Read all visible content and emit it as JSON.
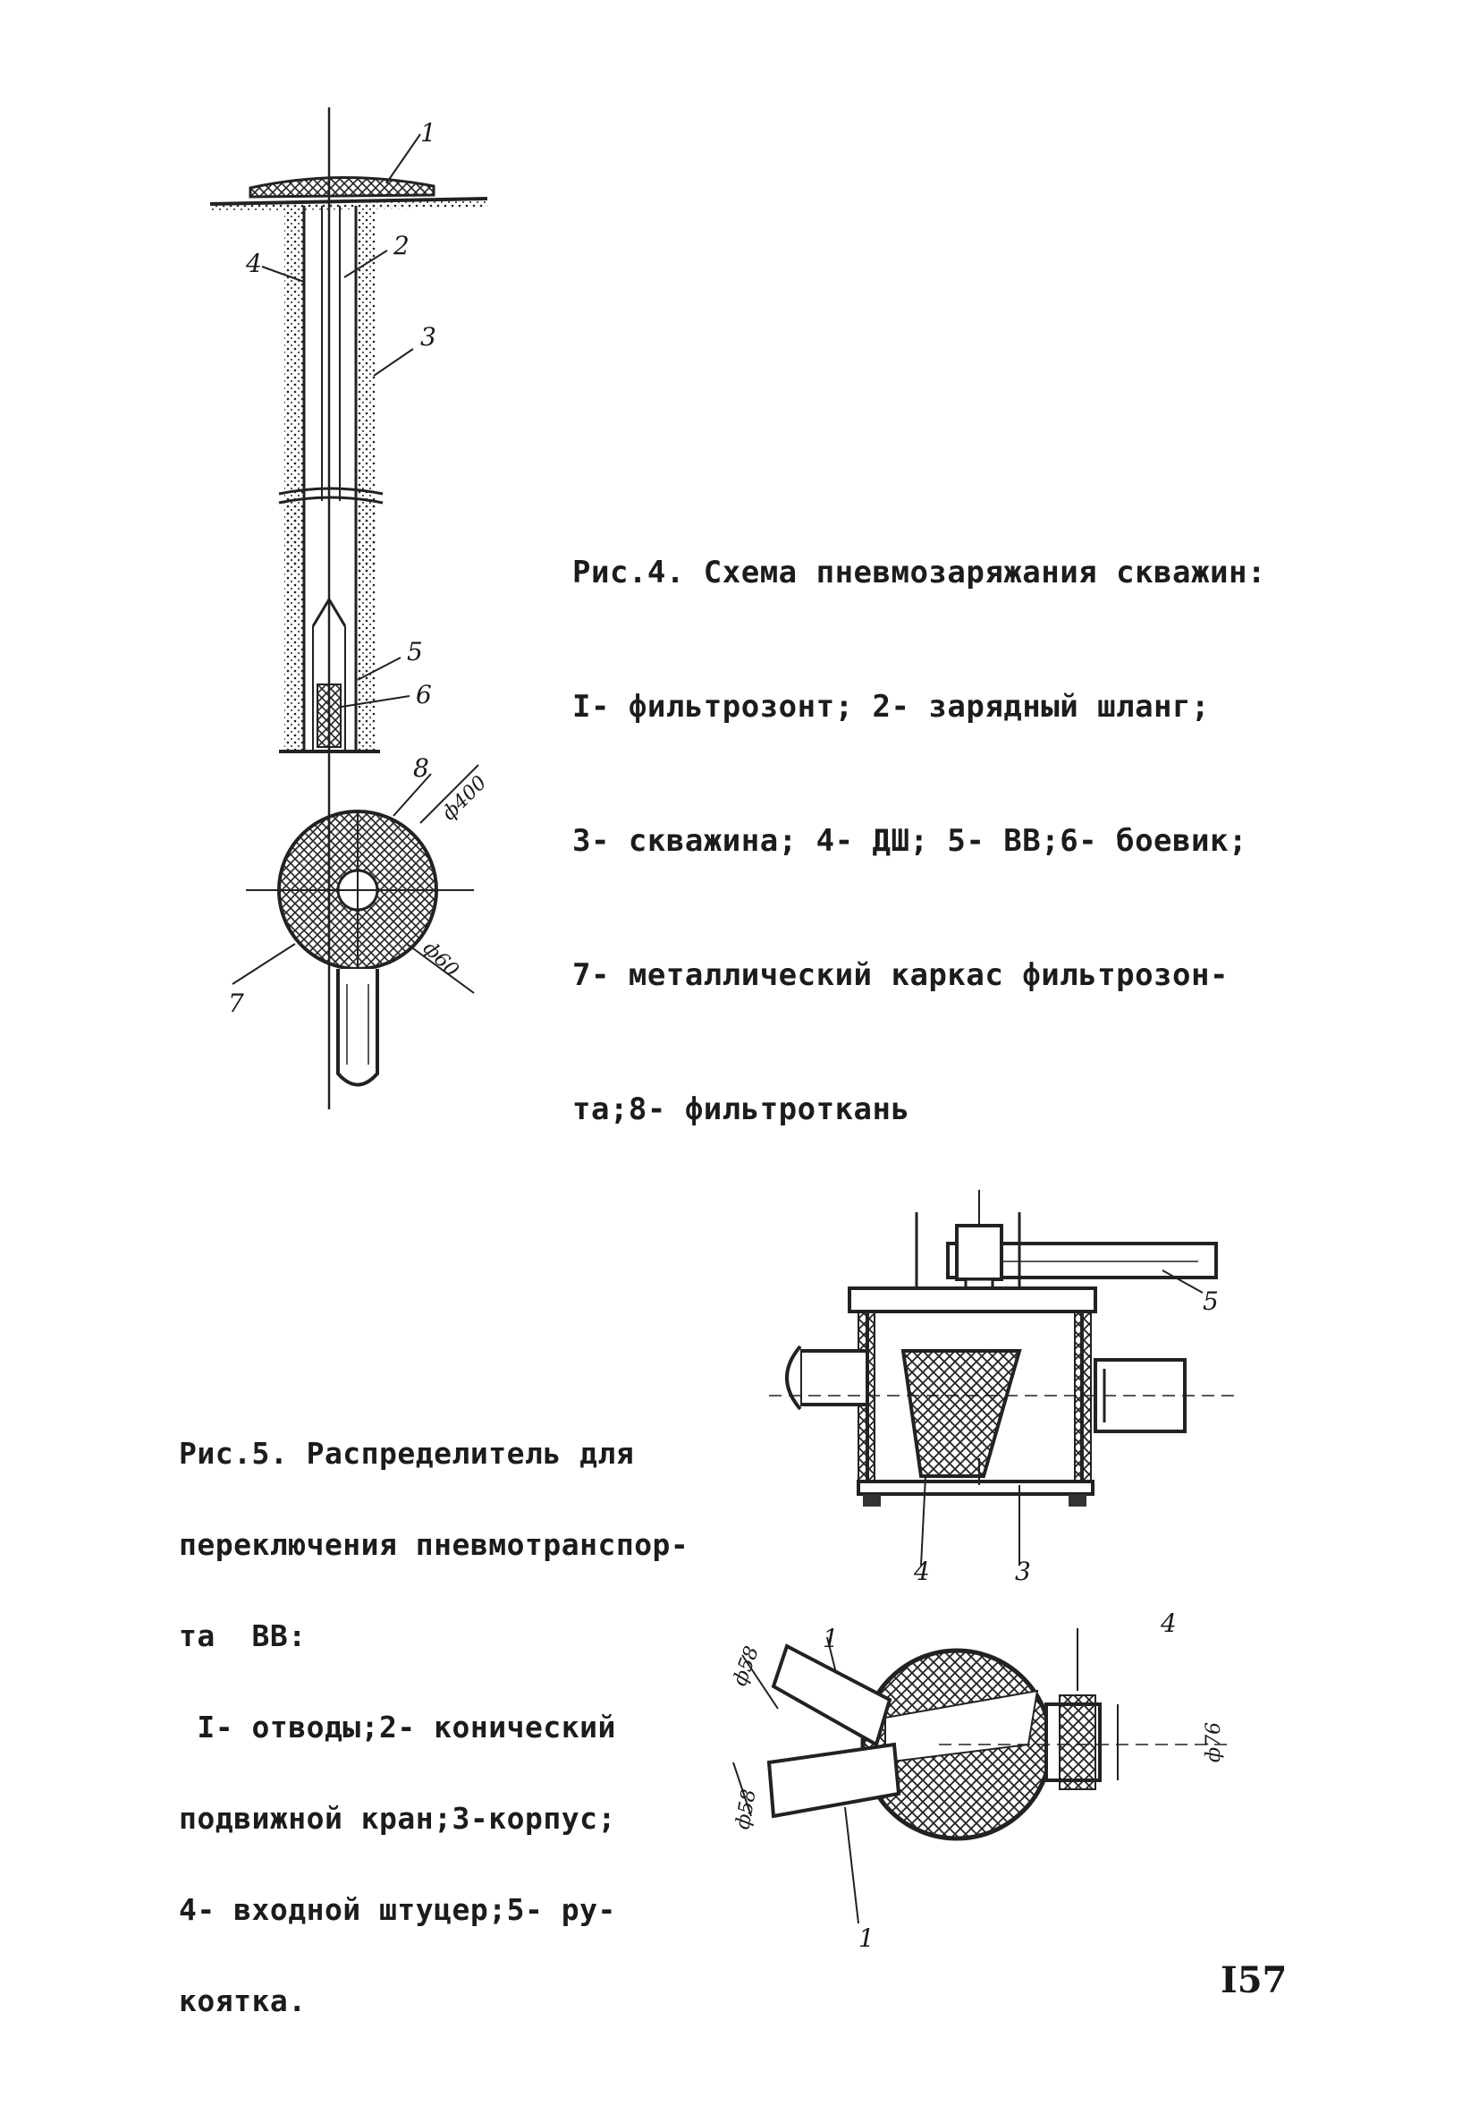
{
  "figure4": {
    "caption_lines": [
      "Рис.4. Схема пневмозаряжания скважин:",
      "I- фильтрозонт; 2- зарядный шланг;",
      "3- скважина; 4- ДШ; 5- ВВ;6- боевик;",
      "7- металлический каркас фильтрозон-",
      "та;8- фильтроткань"
    ],
    "callouts": {
      "n1": "1",
      "n2": "2",
      "n3": "3",
      "n4": "4",
      "n5": "5",
      "n6": "6",
      "n7": "7",
      "n8": "8",
      "dim_d400": "ф400",
      "dim_d60": "ф60"
    }
  },
  "figure5": {
    "caption_lines": [
      "Рис.5. Распределитель для",
      "переключения пневмотранспор-",
      "та  ВВ:",
      " I- отводы;2- конический",
      "подвижной кран;3-корпус;",
      "4- входной штуцер;5- ру-",
      "коятка."
    ],
    "callouts": {
      "n5": "5",
      "n4": "4",
      "n3": "3",
      "n1a": "1",
      "n1b": "1",
      "n4b": "4",
      "dim_a": "ф58",
      "dim_b": "ф58",
      "dim_c": "ф76"
    }
  },
  "page_number": "I57"
}
